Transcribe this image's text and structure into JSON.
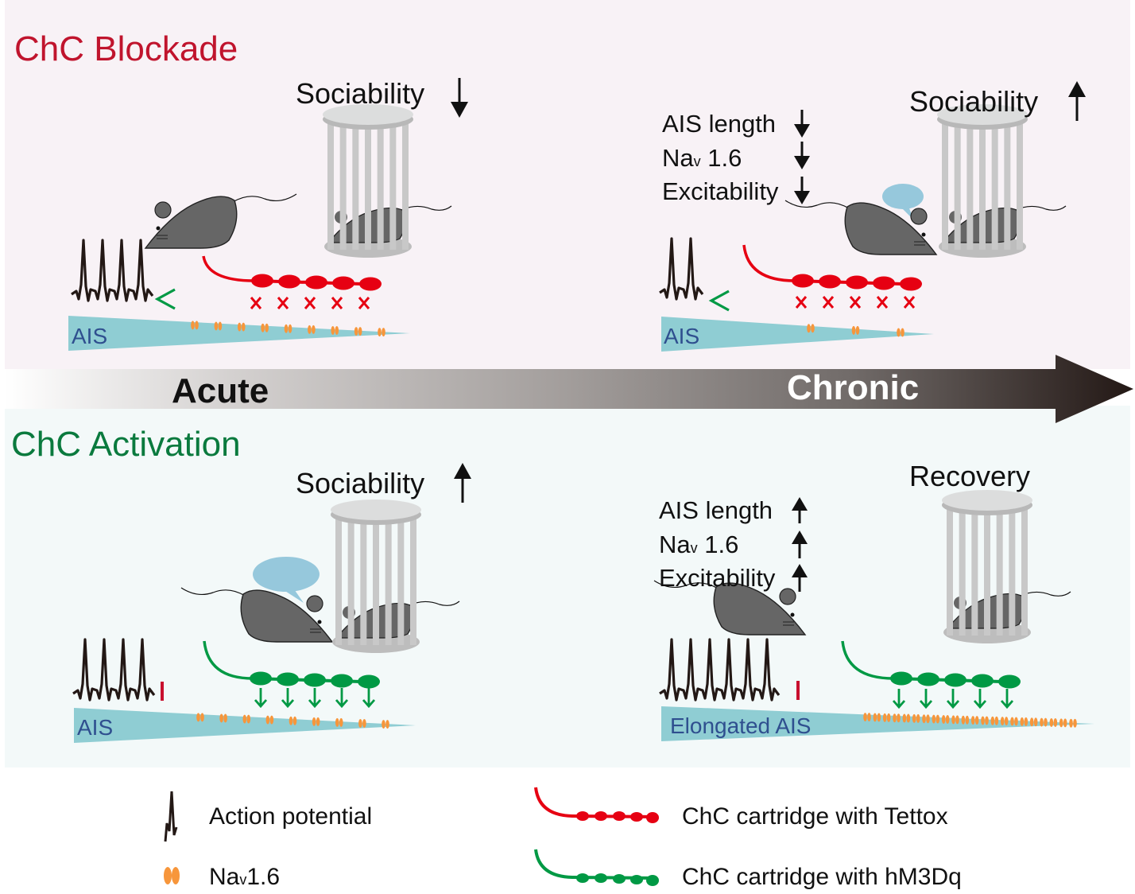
{
  "colors": {
    "blockade_bg": "#f8f2f6",
    "activation_bg": "#f3f9f9",
    "blockade_title": "#c0142d",
    "activation_title": "#0a7a3e",
    "tettox": "#e60012",
    "hm3dq": "#009944",
    "ais_fill": "#8fcdd3",
    "ais_text": "#2f4f8f",
    "nav": "#f7963b",
    "mouse": "#666666",
    "cage": "#c8c8c8",
    "bubble": "#96c8dc",
    "inhibit": "#c8102e"
  },
  "timeline": {
    "acute_label": "Acute",
    "chronic_label": "Chronic"
  },
  "blockade": {
    "title": "ChC Blockade",
    "acute": {
      "sociability_label": "Sociability",
      "sociability_direction": "down",
      "ais_label": "AIS",
      "spike_count": 4,
      "nav_count": 9,
      "bouton_count": 5,
      "effect": "green arrow (disinhibition)"
    },
    "chronic": {
      "sociability_label": "Sociability",
      "sociability_direction": "up",
      "changes": [
        {
          "label": "AIS length",
          "direction": "down"
        },
        {
          "label_main": "Na",
          "label_sub": "v",
          "label_rest": " 1.6",
          "direction": "down"
        },
        {
          "label": "Excitability",
          "direction": "down"
        }
      ],
      "ais_label": "AIS",
      "spike_count": 2,
      "nav_count": 3,
      "bouton_count": 5
    }
  },
  "activation": {
    "title": "ChC Activation",
    "acute": {
      "sociability_label": "Sociability",
      "sociability_direction": "up",
      "ais_label": "AIS",
      "spike_count": 4,
      "nav_count": 9,
      "bouton_count": 5,
      "effect": "red inhibition bar"
    },
    "chronic": {
      "outcome_label": "Recovery",
      "changes": [
        {
          "label": "AIS length",
          "direction": "up"
        },
        {
          "label_main": "Na",
          "label_sub": "v",
          "label_rest": " 1.6",
          "direction": "up"
        },
        {
          "label": "Excitability",
          "direction": "up"
        }
      ],
      "ais_label": "Elongated AIS",
      "spike_count": 6,
      "nav_count": 22,
      "bouton_count": 5
    }
  },
  "legend": {
    "items": [
      {
        "icon": "action-potential-icon",
        "label": "Action potential"
      },
      {
        "icon": "nav16-icon",
        "label_main": "Na",
        "label_sub": "v",
        "label_rest": "1.6"
      },
      {
        "icon": "tettox-cartridge-icon",
        "label": "ChC cartridge with Tettox"
      },
      {
        "icon": "hm3dq-cartridge-icon",
        "label": "ChC cartridge with hM3Dq"
      }
    ]
  }
}
